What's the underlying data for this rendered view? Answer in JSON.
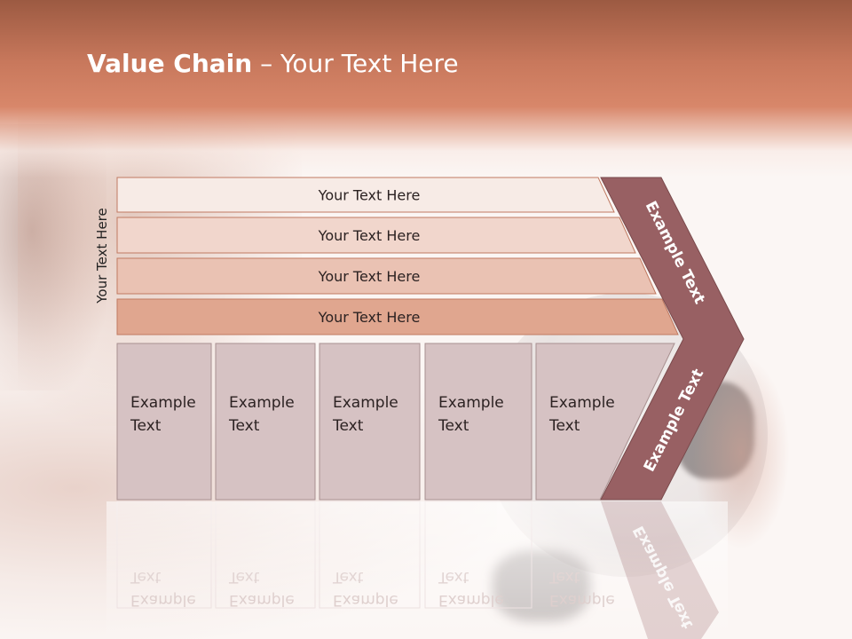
{
  "title": {
    "bold": "Value Chain",
    "rest": " – Your Text Here"
  },
  "vertical_label": "Your Text Here",
  "bars": [
    {
      "label": "Your Text Here",
      "color": "#f7ebe6"
    },
    {
      "label": "Your Text Here",
      "color": "#f1d6cc"
    },
    {
      "label": "Your Text Here",
      "color": "#eac2b3"
    },
    {
      "label": "Your Text Here",
      "color": "#e0a68f"
    }
  ],
  "columns": [
    {
      "line1": "Example",
      "line2": "Text"
    },
    {
      "line1": "Example",
      "line2": "Text"
    },
    {
      "line1": "Example",
      "line2": "Text"
    },
    {
      "line1": "Example",
      "line2": "Text"
    },
    {
      "line1": "Example",
      "line2": "Text"
    }
  ],
  "arrow": {
    "upper_label": "Example Text",
    "lower_label": "Example Text",
    "color": "#986063"
  },
  "colors": {
    "column_fill": "#d6c2c3",
    "column_stroke": "#a89090",
    "bar_stroke": "#c07a62",
    "title": "#ffffff"
  }
}
